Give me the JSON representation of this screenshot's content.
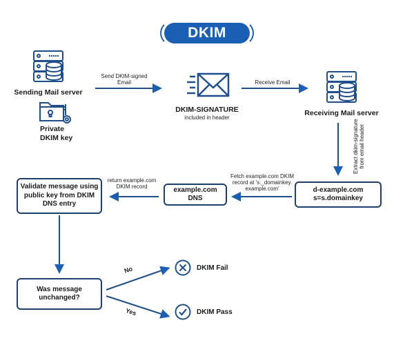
{
  "title": "DKIM",
  "nodes": {
    "sending_server": {
      "label": "Sending Mail server",
      "icon": "server-database-icon"
    },
    "private_key": {
      "label_line1": "Private",
      "label_line2": "DKIM key",
      "icon": "folder-key-icon"
    },
    "signature": {
      "label": "DKIM-SIGNATURE",
      "sublabel": "included in header",
      "icon": "envelope-icon"
    },
    "receiving_server": {
      "label": "Receiving Mail server",
      "icon": "server-database-icon"
    },
    "dkim_params": {
      "line1": "d-example.com",
      "line2": "s=s.domainkey"
    },
    "dns": {
      "line1": "example.com",
      "line2": "DNS"
    },
    "validate": {
      "line1": "Validate message using",
      "line2": "public key from DKIM",
      "line3": "DNS entry"
    },
    "decision": {
      "line1": "Was message",
      "line2": "unchanged?"
    },
    "fail": {
      "label": "DKIM Fail",
      "icon": "x-circle-icon"
    },
    "pass": {
      "label": "DKIM Pass",
      "icon": "check-circle-icon"
    }
  },
  "edges": {
    "send": {
      "line1": "Send DKIM-signed",
      "line2": "Email"
    },
    "receive": {
      "label": "Receive Email"
    },
    "extract": {
      "line1": "Extract dkim-signature",
      "line2": "from email header"
    },
    "fetch": {
      "line1": "Fetch example.com DKIM",
      "line2": "record at 's._domainkey.",
      "line3": "example.com'"
    },
    "return": {
      "line1": "return example.com",
      "line2": "DKIM record"
    },
    "no": {
      "label": "No"
    },
    "yes": {
      "label": "Yes"
    }
  },
  "colors": {
    "primary": "#1a5fb4",
    "outline": "#1e3f6e",
    "arrow": "#1e4f8c"
  }
}
